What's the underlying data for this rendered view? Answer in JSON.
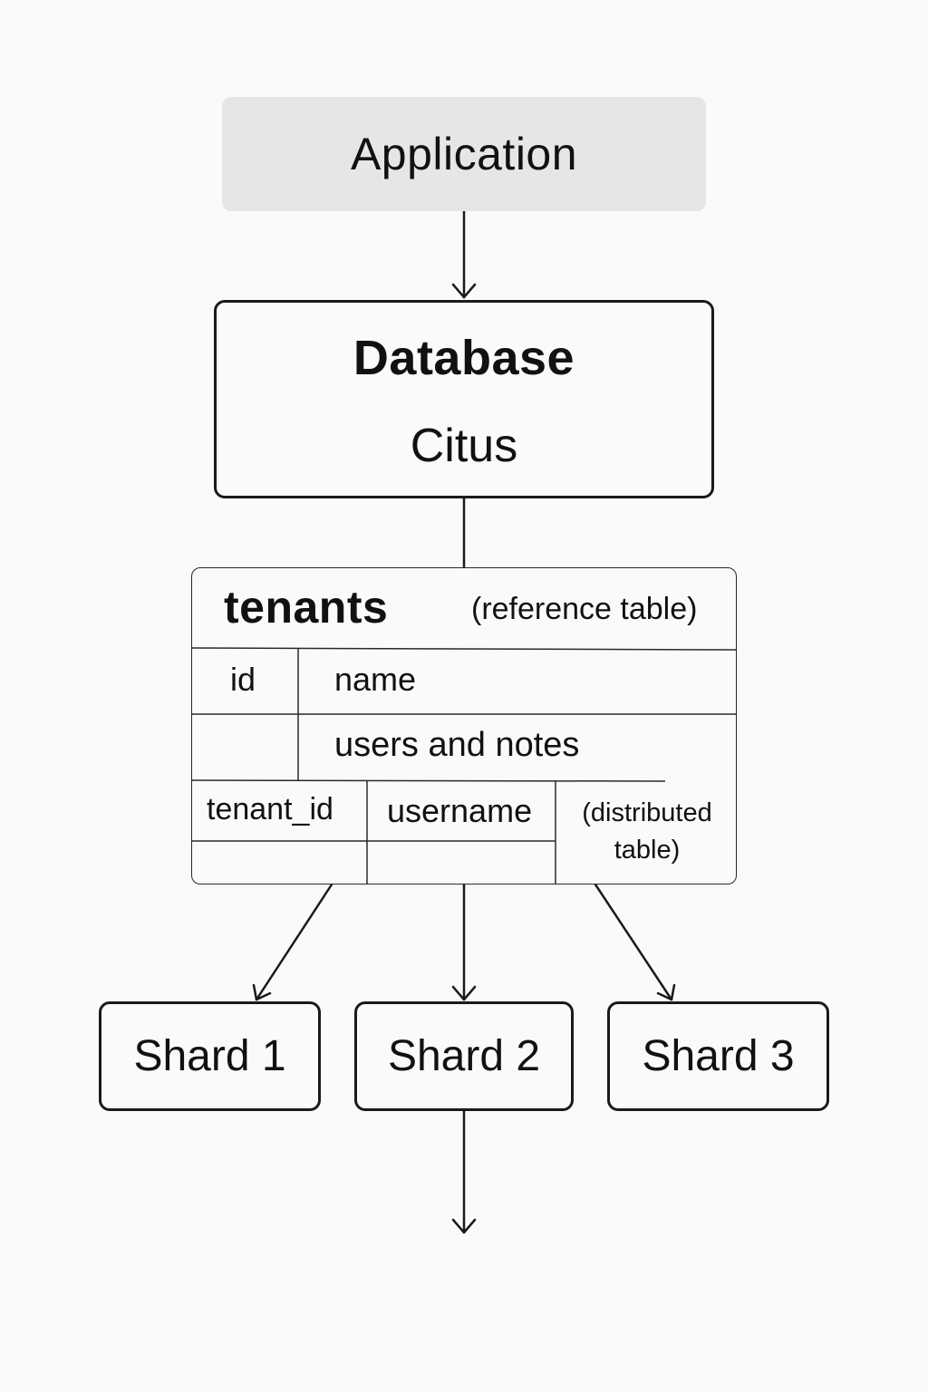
{
  "diagram": {
    "application": {
      "label": "Application"
    },
    "database": {
      "title": "Database",
      "subtitle": "Citus"
    },
    "tenants_table": {
      "name": "tenants",
      "type_note": "(reference table)",
      "columns": [
        "id",
        "name"
      ],
      "users_notes_label": "users and notes",
      "distributed_columns": [
        "tenant_id",
        "username"
      ],
      "distributed_note": "(distributed table)"
    },
    "shards": [
      {
        "label": "Shard 1"
      },
      {
        "label": "Shard 2"
      },
      {
        "label": "Shard 3"
      }
    ],
    "colors": {
      "background": "#fafafa",
      "application_fill": "#e6e6e6",
      "stroke": "#1a1a1a",
      "text": "#111111"
    }
  }
}
